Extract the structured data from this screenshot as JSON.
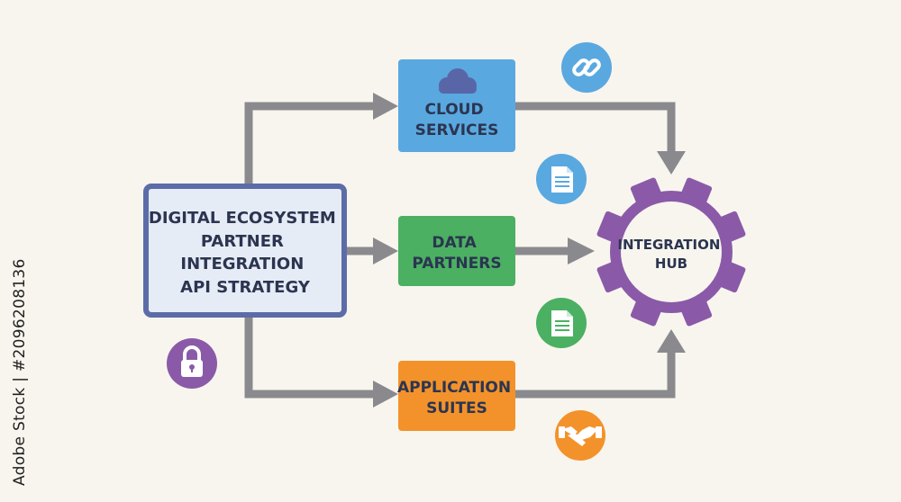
{
  "colors": {
    "background": "#f8f5ee",
    "arrow": "#8a8a8e",
    "source_fill": "#e6ecf6",
    "source_border": "#5c6ca8",
    "text_dark": "#2b3550",
    "cloud": "#5aa8e0",
    "cloud_icon": "#5866a8",
    "data": "#4bb062",
    "app": "#f3922a",
    "hub": "#8a5aa8",
    "hub_inner": "#f8f5ee",
    "blue_circle": "#5aa8e0",
    "green_circle": "#4bb062",
    "orange_circle": "#f3922a",
    "purple_circle": "#8a5aa8"
  },
  "source_box": {
    "lines": [
      "DIGITAL ECOSYSTEM",
      "PARTNER",
      "INTEGRATION",
      "API STRATEGY"
    ]
  },
  "targets": {
    "cloud": {
      "lines": [
        "CLOUD",
        "SERVICES"
      ],
      "icon": "cloud-icon"
    },
    "data": {
      "lines": [
        "DATA",
        "PARTNERS"
      ]
    },
    "app": {
      "lines": [
        "APPLICATION",
        "SUITES"
      ]
    }
  },
  "hub": {
    "lines": [
      "INTEGRATION",
      "HUB"
    ],
    "icon": "gear-icon"
  },
  "badges": [
    {
      "name": "link-icon"
    },
    {
      "name": "document-icon"
    },
    {
      "name": "document-icon"
    },
    {
      "name": "lock-icon"
    },
    {
      "name": "handshake-icon"
    }
  ],
  "side_text": "Adobe Stock | #2096208136"
}
